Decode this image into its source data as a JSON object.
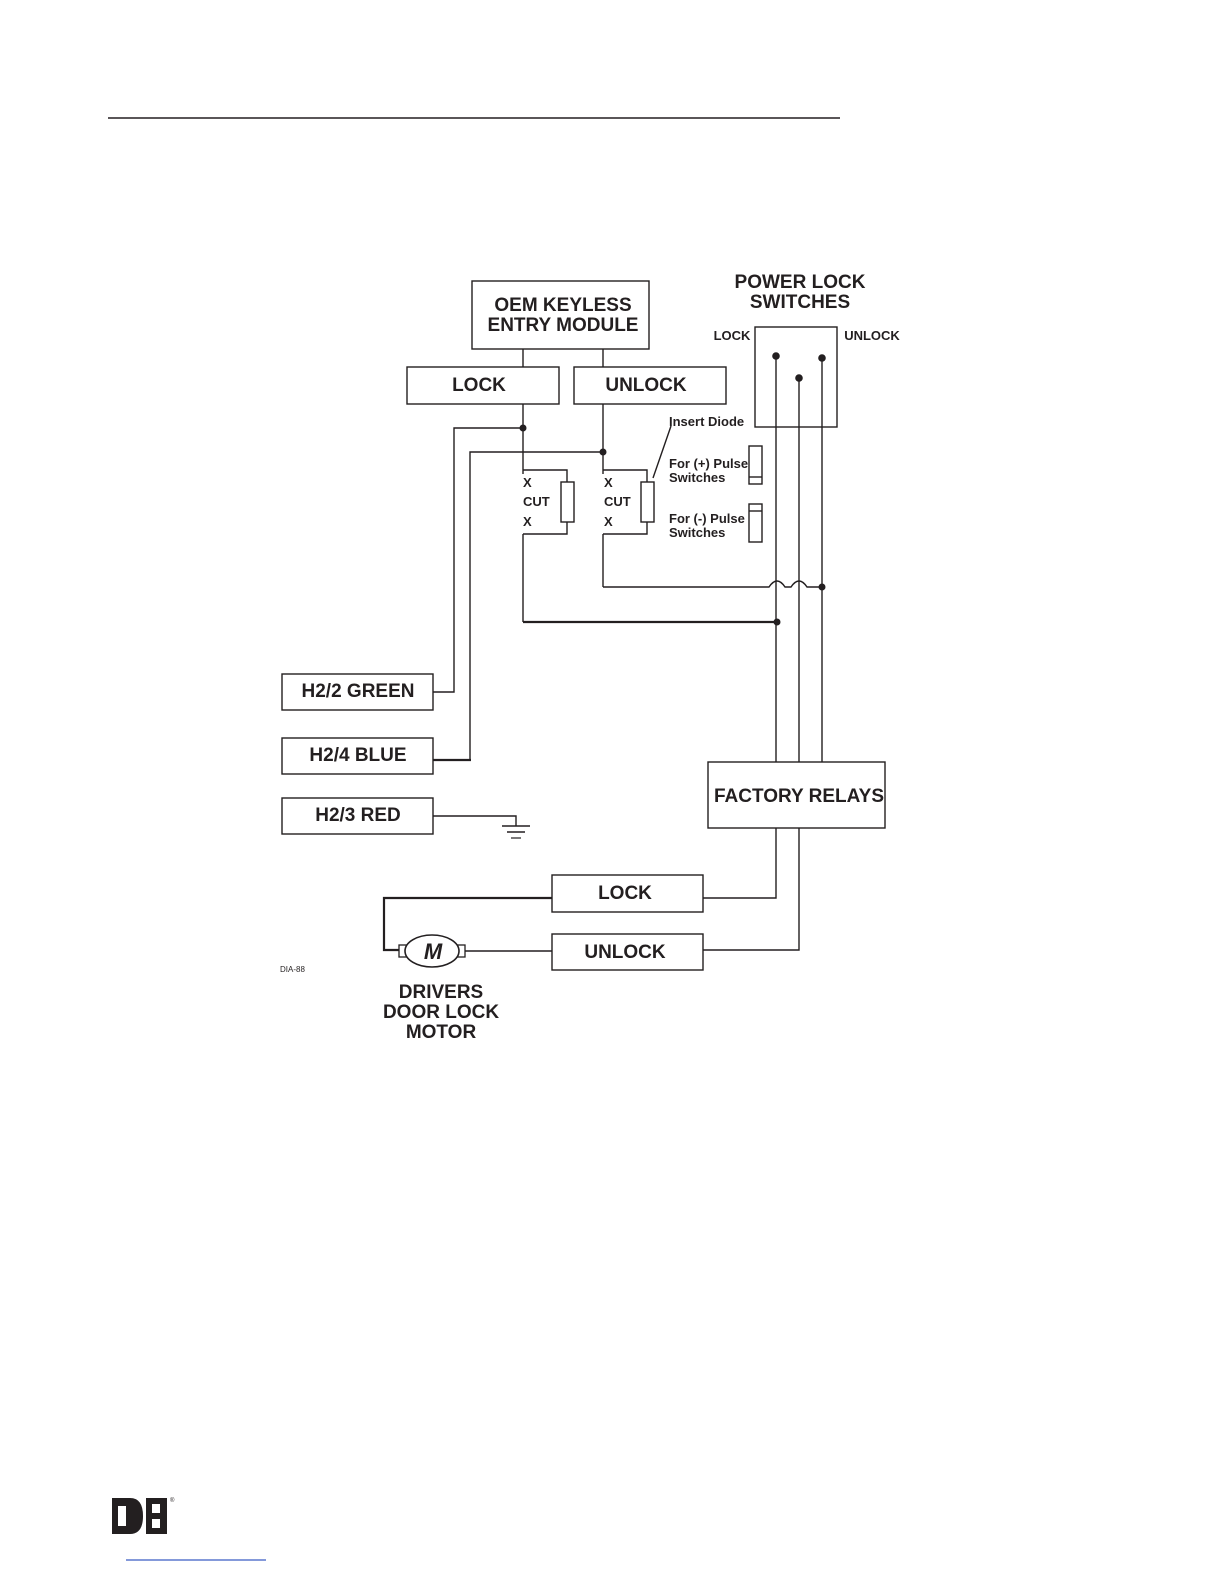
{
  "modules": {
    "oem_keyless": {
      "line1": "OEM KEYLESS",
      "line2": "ENTRY MODULE"
    },
    "lock_top": "LOCK",
    "unlock_top": "UNLOCK",
    "power_lock_switches": {
      "line1": "POWER LOCK",
      "line2": "SWITCHES",
      "left": "LOCK",
      "right": "UNLOCK"
    },
    "factory_relays": "FACTORY RELAYS",
    "lock_bottom": "LOCK",
    "unlock_bottom": "UNLOCK",
    "h2_2": "H2/2 GREEN",
    "h2_4": "H2/4 BLUE",
    "h2_3": "H2/3 RED"
  },
  "cut_marks": {
    "x": "X",
    "cut": "CUT"
  },
  "notes": {
    "insert_diode": "Insert Diode",
    "pos_pulse_1": "For (+) Pulse",
    "pos_pulse_2": "Switches",
    "neg_pulse_1": "For (-) Pulse",
    "neg_pulse_2": "Switches"
  },
  "motor": {
    "symbol": "M",
    "line1": "DRIVERS",
    "line2": "DOOR LOCK",
    "line3": "MOTOR"
  },
  "diagram_id": "DIA-88",
  "footer": {
    "logo": "DEI",
    "registered": "®"
  },
  "colors": {
    "ink": "#231f20",
    "link_rule": "#3b5cc4"
  }
}
